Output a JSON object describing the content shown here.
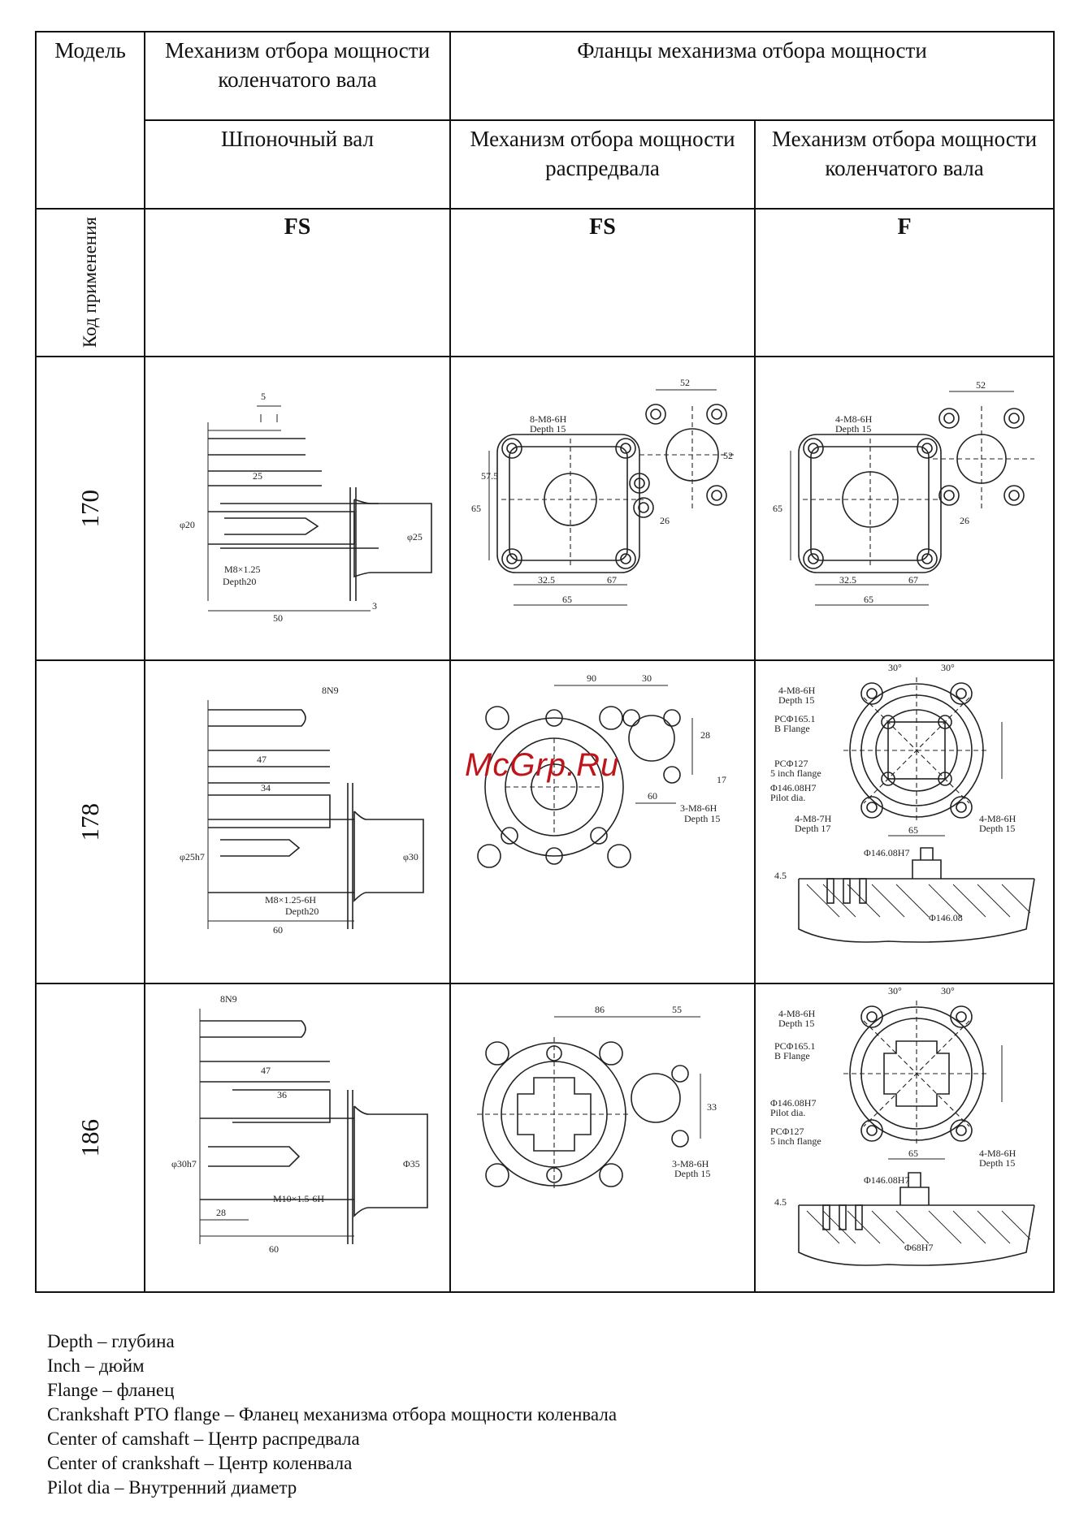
{
  "table": {
    "header_model": "Модель",
    "header_crank_pto": "Механизм отбора мощности коленчатого вала",
    "header_flanges": "Фланцы механизма отбора мощности",
    "sub_keyed_shaft": "Шпоночный вал",
    "sub_camshaft_pto": "Механизм отбора мощности распредвала",
    "sub_crankshaft_pto": "Механизм отбора мощности коленчатого вала",
    "row_code_label": "Код применения",
    "codes": [
      "FS",
      "FS",
      "F"
    ],
    "models": [
      "170",
      "178",
      "186"
    ]
  },
  "drawings": {
    "m170_shaft": [
      "5",
      "25",
      "M8×1.25",
      "Depth20",
      "50",
      "3",
      "φ25",
      "φ20"
    ],
    "m170_cam": [
      "52",
      "8-M8-6H",
      "Depth 15",
      "65",
      "57.5",
      "52",
      "26",
      "32.5",
      "67",
      "65"
    ],
    "m170_crank": [
      "52",
      "4-M8-6H",
      "Depth 15",
      "65",
      "26",
      "32.5",
      "67",
      "65"
    ],
    "m178_shaft": [
      "8N9",
      "47",
      "34",
      "φ25h7",
      "M8×1.25-6H",
      "Depth20",
      "φ30",
      "60"
    ],
    "m178_cam": [
      "90",
      "30",
      "28",
      "17",
      "3-M8-6H",
      "Depth 15",
      "60"
    ],
    "m178_crank": [
      "30°",
      "30°",
      "4-M8-6H",
      "Depth 15",
      "PCΦ165.1",
      "B Flange",
      "PCΦ127",
      "5 inch flange",
      "Φ146.08H7",
      "Pilot dia.",
      "4-M8-7H",
      "Depth 17",
      "65",
      "4-M8-6H",
      "Depth 15",
      "Φ146.08H7",
      "4.5",
      "Φ146.08"
    ],
    "m186_shaft": [
      "8N9",
      "47",
      "36",
      "φ30h7",
      "M10×1.5-6H",
      "28",
      "60",
      "Φ35"
    ],
    "m186_cam": [
      "86",
      "55",
      "33",
      "3-M8-6H",
      "Depth 15"
    ],
    "m186_crank": [
      "30°",
      "30°",
      "4-M8-6H",
      "Depth 15",
      "PCΦ165.1",
      "B Flange",
      "Φ146.08H7",
      "Pilot dia.",
      "PCΦ127",
      "5 inch flange",
      "65",
      "4-M8-6H",
      "Depth 15",
      "Φ146.08H7",
      "4.5",
      "Φ68H7"
    ]
  },
  "watermark": "McGrp.Ru",
  "legend": [
    "Depth – глубина",
    "Inch – дюйм",
    "Flange – фланец",
    "Crankshaft PTO flange – Фланец механизма отбора мощности коленвала",
    "Center of camshaft – Центр распредвала",
    "Center of crankshaft – Центр коленвала",
    "Pilot dia – Внутренний диаметр"
  ]
}
